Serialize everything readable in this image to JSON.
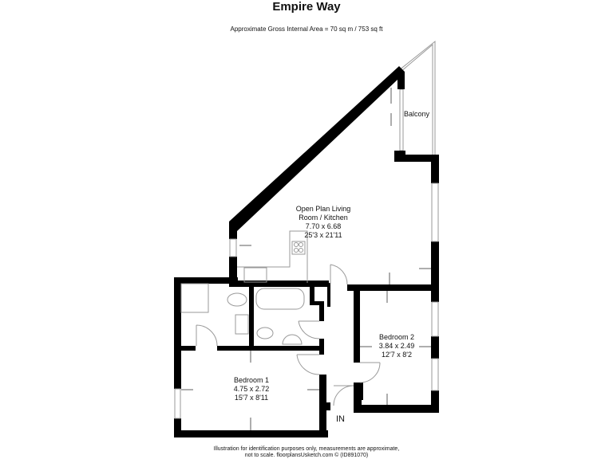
{
  "header": {
    "title": "Empire Way",
    "area": "Approximate Gross Internal Area = 70 sq m / 753 sq ft"
  },
  "rooms": [
    {
      "name": "Open Plan Living",
      "name2": "Room / Kitchen",
      "metric": "7.70 x 6.68",
      "imperial": "25'3 x 21'11"
    },
    {
      "name": "Bedroom 2",
      "metric": "3.84 x 2.49",
      "imperial": "12'7 x 8'2"
    },
    {
      "name": "Bedroom 1",
      "metric": "4.75 x 2.72",
      "imperial": "15'7 x 8'11"
    }
  ],
  "balcony": {
    "label": "Balcony"
  },
  "entrance": {
    "label": "IN"
  },
  "footer": {
    "line1": "Illustration for identification purposes only, measurements are approximate,",
    "line2": "not to scale. floorplansUsketch.com © (ID891070)"
  },
  "colors": {
    "wall": "#000000",
    "fixture": "#888888",
    "background": "#ffffff"
  }
}
